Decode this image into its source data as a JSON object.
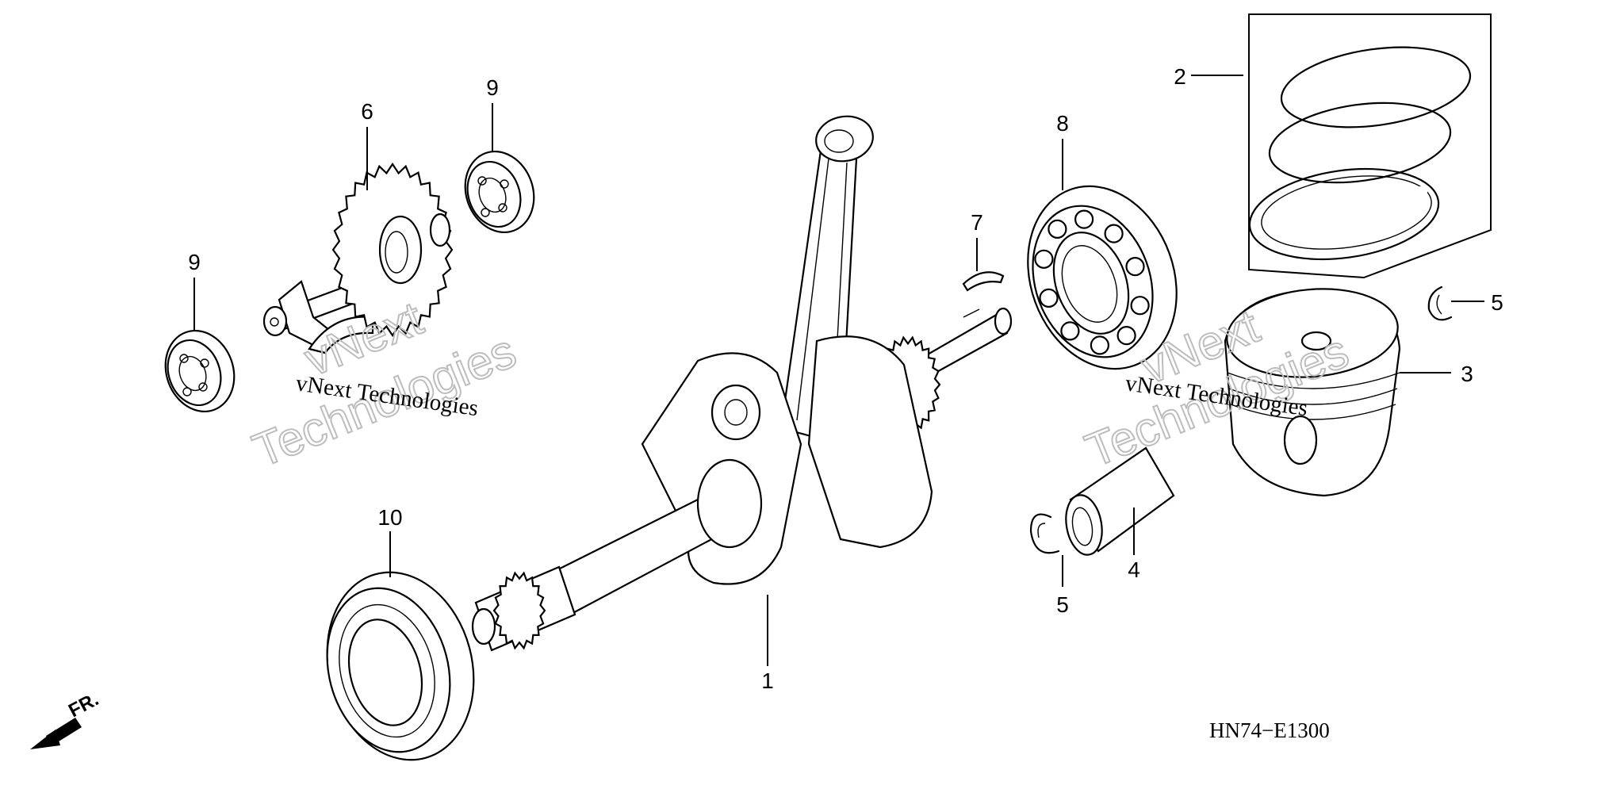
{
  "callouts": {
    "c1": "1",
    "c2": "2",
    "c3": "3",
    "c4": "4",
    "c5a": "5",
    "c5b": "5",
    "c6": "6",
    "c7": "7",
    "c8": "8",
    "c9a": "9",
    "c9b": "9",
    "c10": "10"
  },
  "diagram_code": "HN74−E1300",
  "front_indicator": "FR.",
  "watermark": {
    "line1": "vNext Technologies",
    "brand_top": "vNext",
    "brand_bottom": "Technologies"
  }
}
